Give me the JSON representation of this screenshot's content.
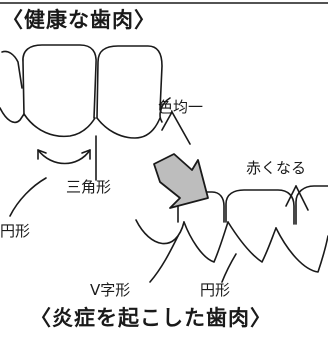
{
  "titles": {
    "healthy": "〈健康な歯肉〉",
    "inflamed": "〈炎症を起こした歯肉〉"
  },
  "labels": {
    "uniform_color": "色均一",
    "triangle": "三角形",
    "arc_left": "円形",
    "turns_red": "赤くなる",
    "v_shape": "V字形",
    "arc_bottom": "円形"
  },
  "colors": {
    "ink": "#1a1a1a",
    "arrow_fill": "#bdbdbd"
  }
}
